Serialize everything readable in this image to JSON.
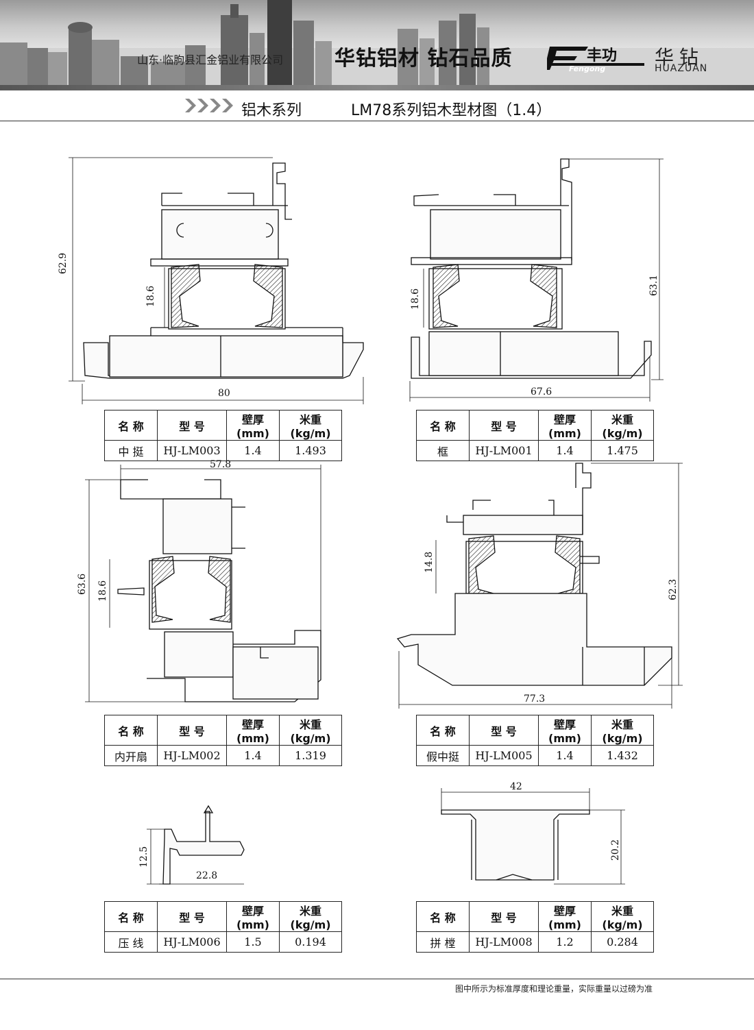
{
  "header": {
    "company": "山东·临朐县汇金铝业有限公司",
    "slogan": "华钻铝材  钻石品质",
    "logo_text": "丰功",
    "logo_script": "Fengong",
    "brand_cn": "华钻",
    "brand_en": "HUAZUAN"
  },
  "subheader": {
    "series": "铝木系列",
    "title": "LM78系列铝木型材图（1.4）"
  },
  "table_headers": [
    "名 称",
    "型 号",
    "壁厚(mm)",
    "米重(kg/m)"
  ],
  "profiles": [
    {
      "name": "中 挺",
      "model": "HJ-LM003",
      "thickness": "1.4",
      "weight": "1.493",
      "dims": {
        "width": "80",
        "height": "62.9",
        "inner": "18.6"
      }
    },
    {
      "name": "框",
      "model": "HJ-LM001",
      "thickness": "1.4",
      "weight": "1.475",
      "dims": {
        "width": "67.6",
        "height": "63.1",
        "inner": "18.6"
      }
    },
    {
      "name": "内开扇",
      "model": "HJ-LM002",
      "thickness": "1.4",
      "weight": "1.319",
      "dims": {
        "width": "57.8",
        "height": "63.6",
        "inner": "18.6"
      }
    },
    {
      "name": "假中挺",
      "model": "HJ-LM005",
      "thickness": "1.4",
      "weight": "1.432",
      "dims": {
        "width": "77.3",
        "height": "62.3",
        "inner": "14.8"
      }
    },
    {
      "name": "压 线",
      "model": "HJ-LM006",
      "thickness": "1.5",
      "weight": "0.194",
      "dims": {
        "width": "22.8",
        "height": "12.5"
      }
    },
    {
      "name": "拼 樘",
      "model": "HJ-LM008",
      "thickness": "1.2",
      "weight": "0.284",
      "dims": {
        "width": "42",
        "height": "20.2"
      }
    }
  ],
  "footer": "图中所示为标准厚度和理论重量，实际重量以过磅为准"
}
